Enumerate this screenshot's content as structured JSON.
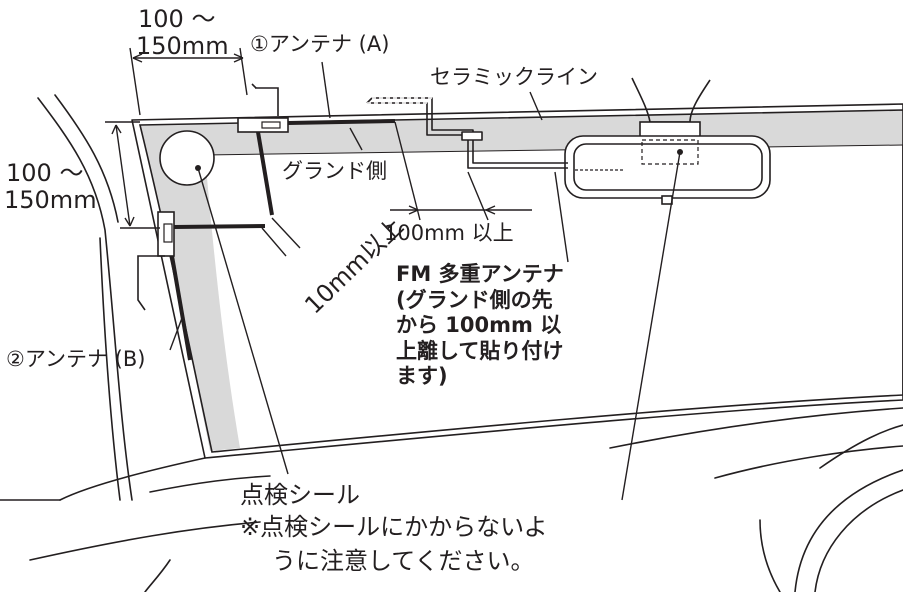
{
  "labels": {
    "dim_top_line1": "100 ～",
    "dim_top_line2": "150mm",
    "antenna_a": "①アンテナ (A)",
    "ceramic_line": "セラミックライン",
    "dim_left_line1": "100 ～",
    "dim_left_line2": "150mm",
    "ground_side": "グランド側",
    "dim_10mm": "10mm以上",
    "dim_100mm": "100mm 以上",
    "fm_note_lines": [
      "FM 多重アンテナ",
      "(グランド側の先",
      "から 100mm 以",
      "上離して貼り付け",
      "ます)"
    ],
    "antenna_b": "②アンテナ (B)",
    "inspection_sticker": "点検シール",
    "caution_line1": "※点検シールにかからないよ",
    "caution_line2": "うに注意してください。"
  },
  "colors": {
    "line": "#231f20",
    "ceramic_band": "#d9d9d9",
    "background": "#ffffff"
  }
}
